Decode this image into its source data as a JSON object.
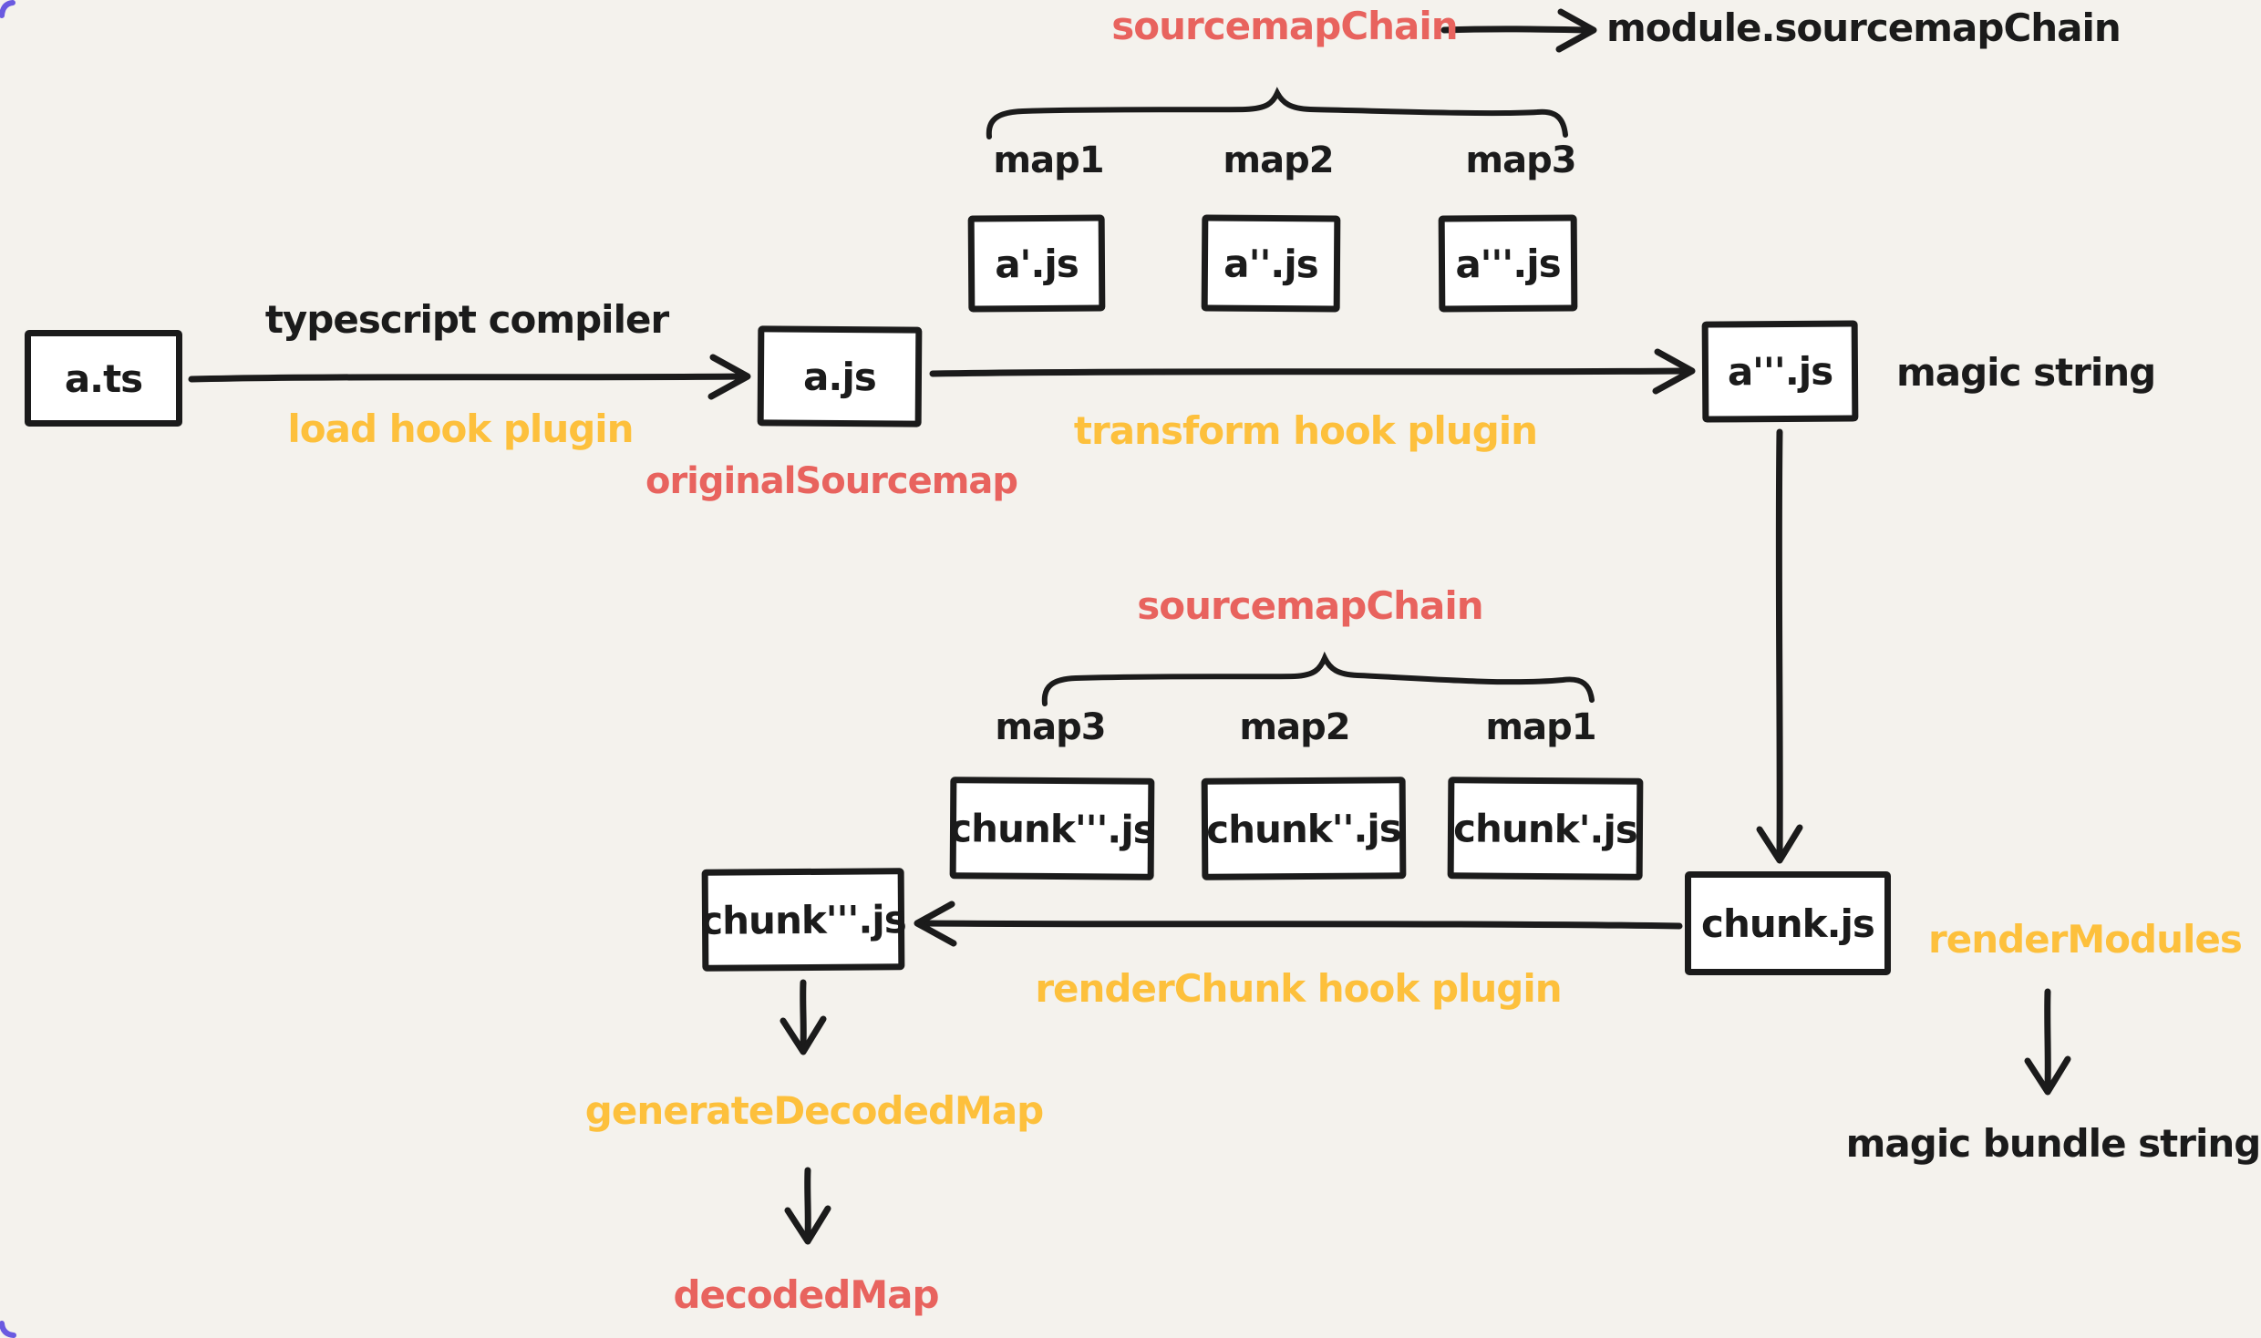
{
  "colors": {
    "background": "#f4f2ed",
    "ink": "#1b1b1b",
    "red": "#e8635e",
    "yellow": "#fdc03c",
    "purple": "#6a5ae0",
    "box_fill": "#ffffff"
  },
  "top_chain": {
    "label": "sourcemapChain",
    "target": "module.sourcemapChain",
    "maps": [
      "map1",
      "map2",
      "map3"
    ],
    "files": [
      "a'.js",
      "a''.js",
      "a'''.js"
    ]
  },
  "module_flow": {
    "input_file": "a.ts",
    "compiler_label": "typescript compiler",
    "load_hook_label": "load hook plugin",
    "loaded_file": "a.js",
    "original_sourcemap_label": "originalSourcemap",
    "transform_hook_label": "transform hook plugin",
    "transformed_file": "a'''.js",
    "magic_string_label": "magic string"
  },
  "chunk_chain": {
    "label": "sourcemapChain",
    "maps": [
      "map3",
      "map2",
      "map1"
    ],
    "files": [
      "chunk'''.js",
      "chunk''.js",
      "chunk'.js"
    ]
  },
  "chunk_flow": {
    "chunk_file": "chunk.js",
    "rendered_file": "chunk'''.js",
    "render_chunk_label": "renderChunk hook plugin",
    "render_modules_label": "renderModules",
    "magic_bundle_label": "magic bundle string",
    "generate_decoded_label": "generateDecodedMap",
    "decoded_map_label": "decodedMap"
  }
}
